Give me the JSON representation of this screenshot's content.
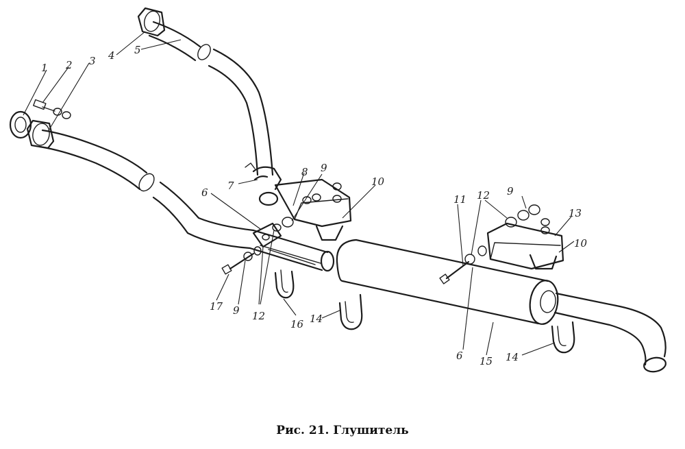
{
  "caption": "Рис. 21. Глушитель",
  "callouts": {
    "c1": "1",
    "c2": "2",
    "c3": "3",
    "c4": "4",
    "c5": "5",
    "c6a": "6",
    "c6b": "6",
    "c7": "7",
    "c8": "8",
    "c9a": "9",
    "c9b": "9",
    "c9c": "9",
    "c10a": "10",
    "c10b": "10",
    "c11": "11",
    "c12a": "12",
    "c12b": "12",
    "c13": "13",
    "c14a": "14",
    "c14b": "14",
    "c15": "15",
    "c16": "16",
    "c17": "17"
  }
}
